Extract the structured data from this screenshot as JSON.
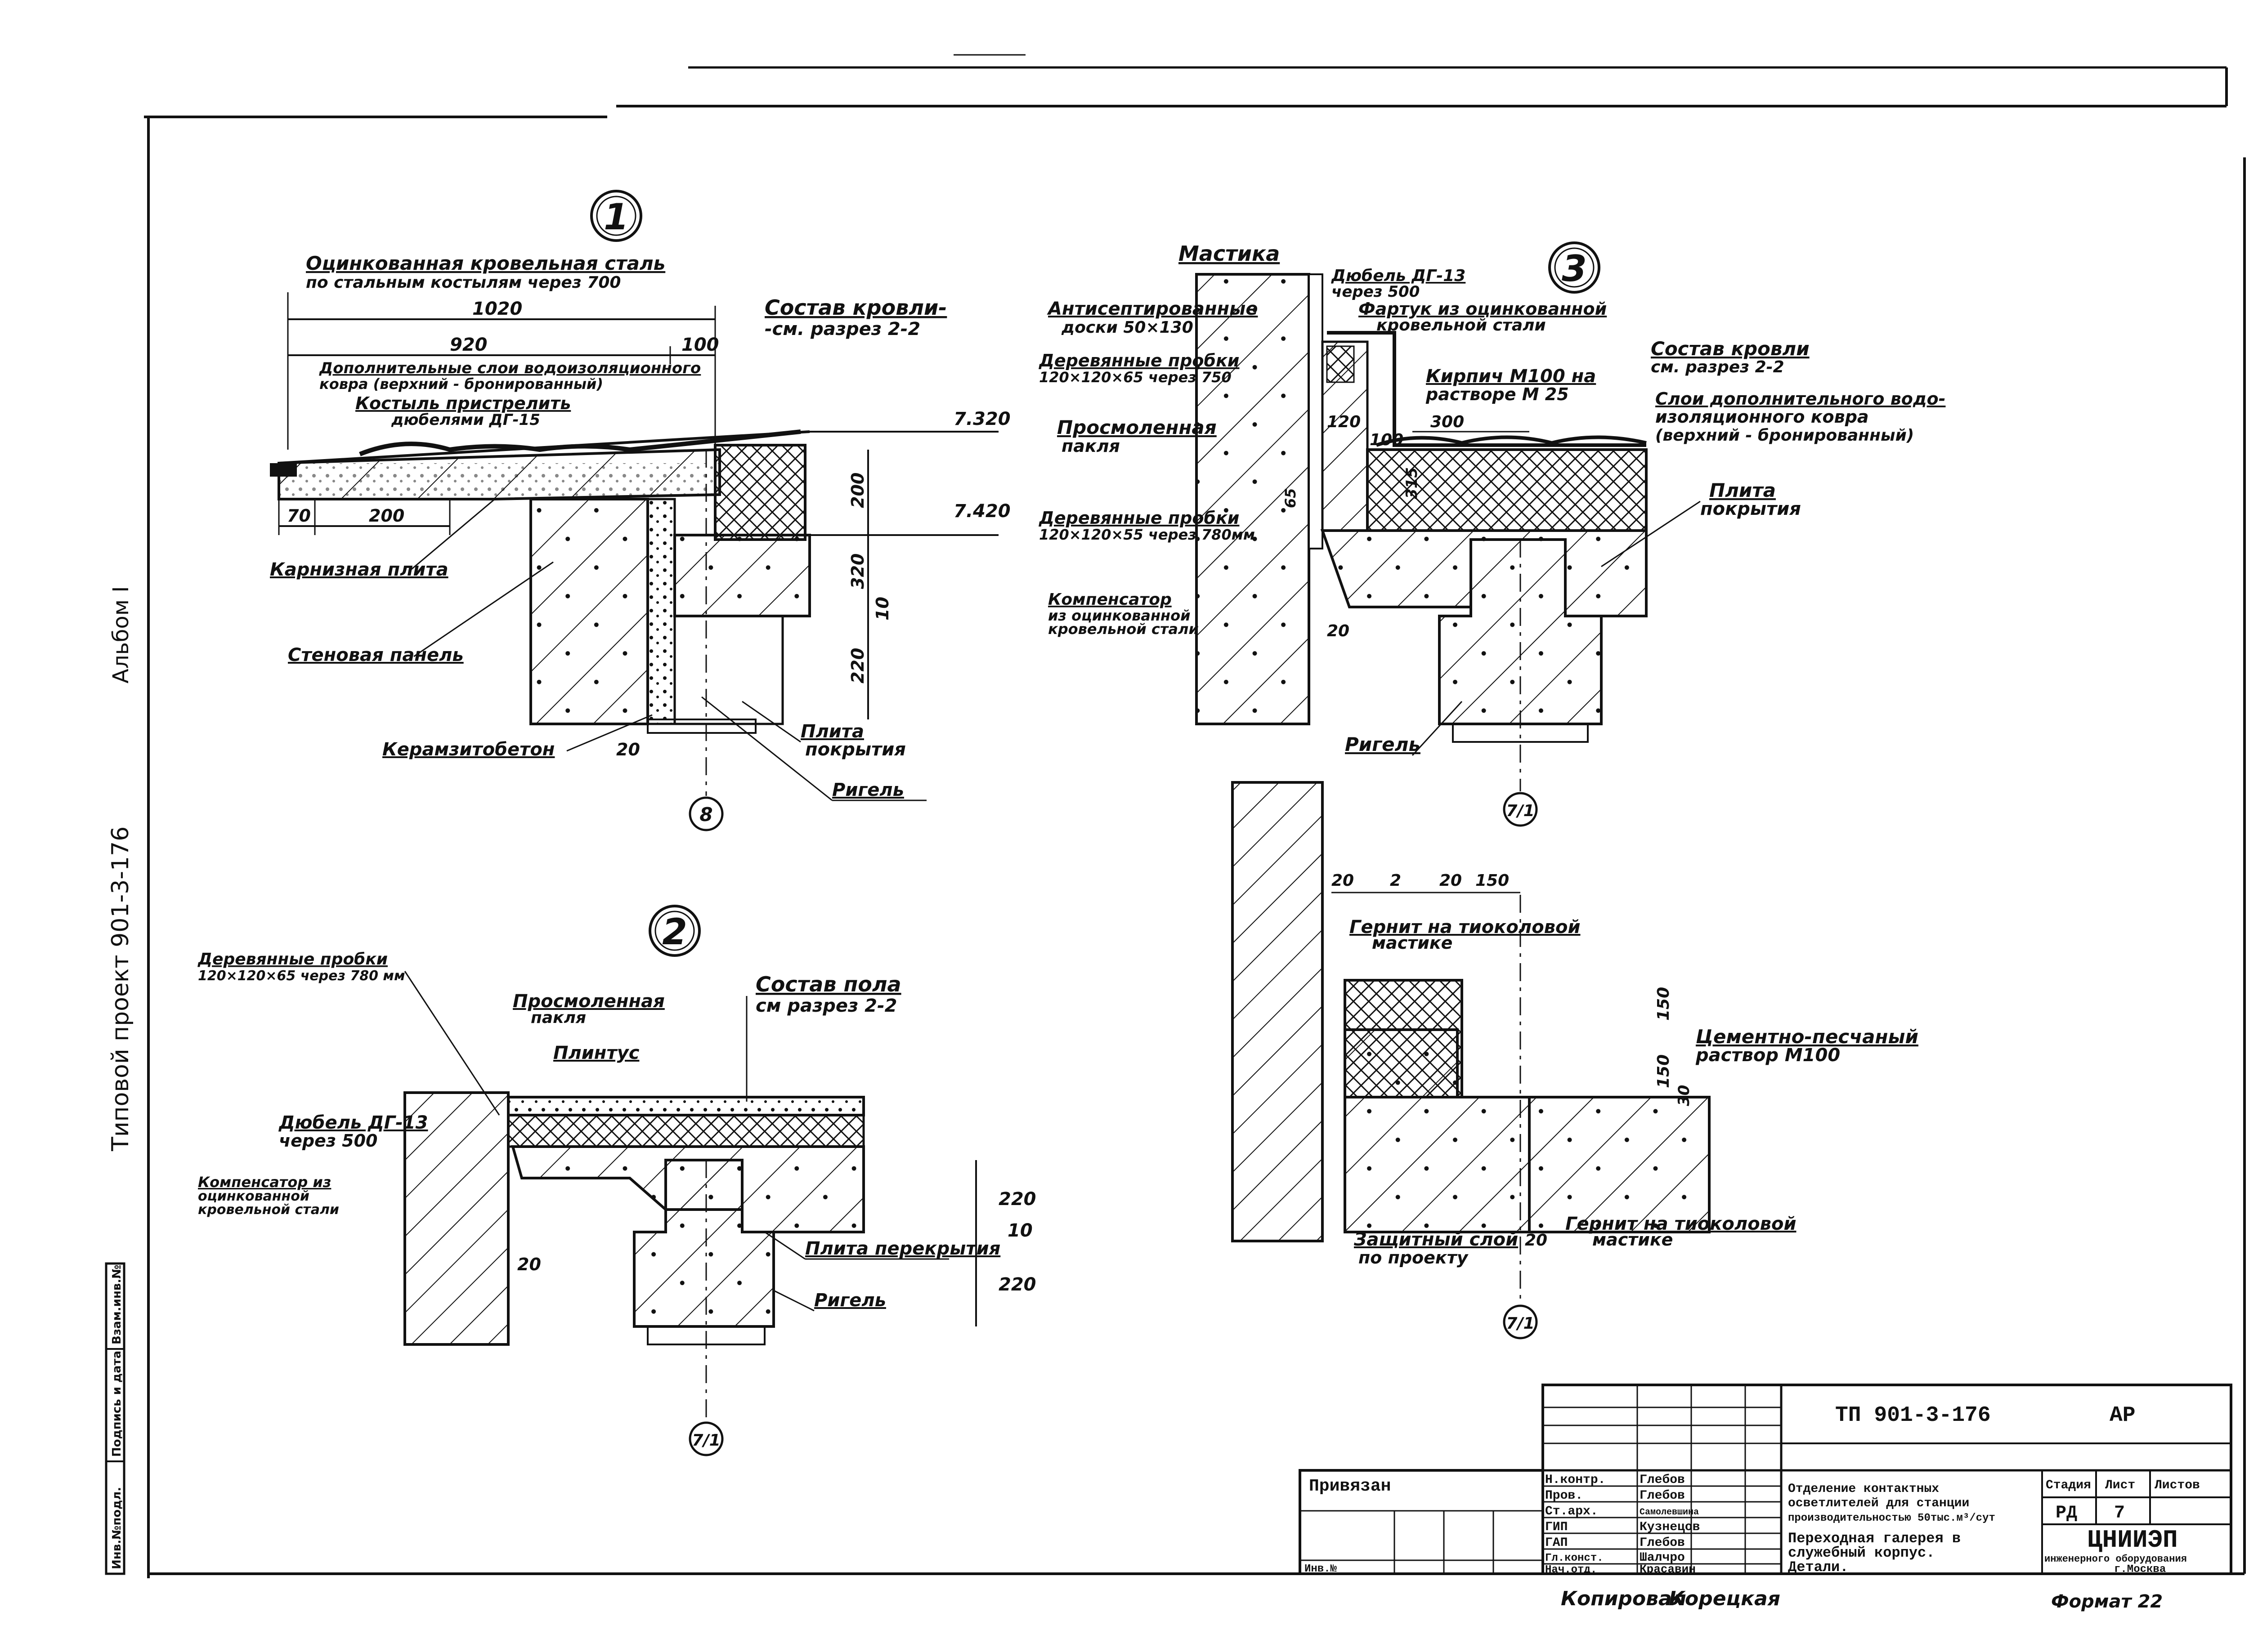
{
  "side_margin": {
    "album": "Альбом I",
    "project": "Типовой проект 901-3-176",
    "stamp_cols": [
      "Инв.№подл.",
      "Подпись и дата",
      "Взам.инв.№"
    ]
  },
  "detail1": {
    "marker": "1",
    "labels": {
      "steel": "Оцинкованная кровельная сталь",
      "steel_sub": "по стальным костылям через 700",
      "roof": "Состав кровли-",
      "roof_sub": "-см. разрез 2-2",
      "layers": "Дополнительные слои водоизоляционного",
      "layers_sub": "ковра (верхний - бронированный)",
      "crutch": "Костыль пристрелить",
      "crutch_sub": "дюбелями ДГ-15",
      "eave": "Карнизная плита",
      "wall": "Стеновая панель",
      "keramzit": "Керамзитобетон",
      "slab": "Плита",
      "slab_sub": "покрытия",
      "rigel": "Ригель",
      "axis": "8"
    },
    "dims": {
      "d1020": "1020",
      "d920": "920",
      "d100": "100",
      "d70": "70",
      "d200": "200",
      "elev1": "7.320",
      "elev2": "7.420",
      "v200": "200",
      "v320": "320",
      "v10": "10",
      "v220": "220",
      "d20": "20"
    }
  },
  "detail2": {
    "marker": "2",
    "labels": {
      "plugs": "Деревянные пробки",
      "plugs_sub": "120×120×65 через 780 мм",
      "tow": "Просмоленная",
      "tow_sub": "пакля",
      "plinth": "Плинтус",
      "floor": "Состав пола",
      "floor_sub": "см разрез 2-2",
      "dowel": "Дюбель ДГ-13",
      "dowel_sub": "через 500",
      "comp": "Компенсатор из",
      "comp_sub": "оцинкованной",
      "comp_sub2": "кровельной стали",
      "slab": "Плита перекрытия",
      "rigel": "Ригель",
      "axis": "7/1"
    },
    "dims": {
      "v220a": "220",
      "v10": "10",
      "v220b": "220",
      "d20": "20"
    }
  },
  "detail3": {
    "marker": "3",
    "labels": {
      "mastic": "Мастика",
      "dowel": "Дюбель ДГ-13",
      "dowel_sub": "через 500",
      "apron": "Фартук из оцинкованной",
      "apron_sub": "кровельной стали",
      "boards": "Антисептированные",
      "boards_sub": "доски 50×130",
      "plugs": "Деревянные пробки",
      "plugs_sub": "120×120×65 через 750",
      "brick": "Кирпич М100 на",
      "brick_sub": "растворе М 25",
      "roof": "Состав кровли",
      "roof_sub": "см. разрез 2-2",
      "layers": "Слои дополнительного водо-",
      "layers_sub": "изоляционного ковра",
      "layers_sub2": "(верхний - бронированный)",
      "tow": "Просмоленная",
      "tow_sub": "пакля",
      "plugs2": "Деревянные пробки",
      "plugs2_sub": "120×120×55 через 780мм",
      "comp": "Компенсатор",
      "comp_sub": "из оцинкованной",
      "comp_sub2": "кровельной стали",
      "slab": "Плита",
      "slab_sub": "покрытия",
      "rigel": "Ригель",
      "axis": "7/1"
    },
    "dims": {
      "d120": "120",
      "d100": "100",
      "d300": "300",
      "v315": "315",
      "v65": "65",
      "d20": "20"
    }
  },
  "detail4": {
    "labels": {
      "hernit_top": "Гернит на тиоколовой",
      "hernit_top_sub": "мастике",
      "mortar": "Цементно-песчаный",
      "mortar_sub": "раствор М100",
      "protect": "Защитный слой",
      "protect_sub": "по проекту",
      "hernit_bot": "Гернит на тиоколовой",
      "hernit_bot_sub": "мастике",
      "axis": "7/1"
    },
    "dims": {
      "d20a": "20",
      "d2": "2",
      "d20b": "20",
      "d150": "150",
      "v150a": "150",
      "v150b": "150",
      "v30": "30",
      "d20c": "20"
    }
  },
  "title_block": {
    "code": "ТП 901-3-176",
    "mark": "АР",
    "bound": "Привязан",
    "inv": "Инв.№",
    "roles": [
      {
        "role": "Н.контр.",
        "name": "Глебов"
      },
      {
        "role": "Пров.",
        "name": "Глебов"
      },
      {
        "role": "Ст.арх.",
        "name": "Самолевшина"
      },
      {
        "role": "ГИП",
        "name": "Кузнецов"
      },
      {
        "role": "ГАП",
        "name": "Глебов"
      },
      {
        "role": "Гл.конст.",
        "name": "Шалчро"
      },
      {
        "role": "Нач.отд.",
        "name": "Красавин"
      }
    ],
    "desc": [
      "Отделение контактных",
      "осветлителей для станции",
      "производительностью 50тыс.м³/сут"
    ],
    "sheet_title": [
      "Переходная галерея в",
      "служебный корпус.",
      "Детали."
    ],
    "stage_h": "Стадия",
    "sheet_h": "Лист",
    "sheets_h": "Листов",
    "stage": "РД",
    "sheet": "7",
    "sheets": "",
    "org": "ЦНИИЭП",
    "org_sub": "инженерного оборудования",
    "city": "г.Москва",
    "copied": "Копировал",
    "copier": "Корецкая",
    "format": "Формат 22"
  }
}
